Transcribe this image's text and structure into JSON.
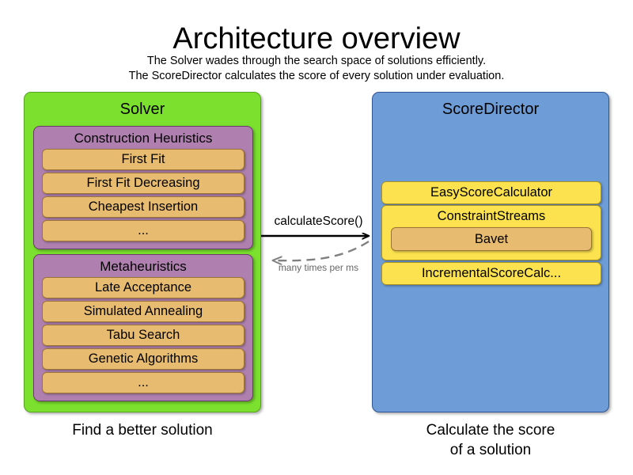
{
  "header": {
    "title": "Architecture overview",
    "subtitle_line1": "The Solver wades through the search space of solutions efficiently.",
    "subtitle_line2": "The ScoreDirector calculates the score of every solution under evaluation."
  },
  "solver": {
    "title": "Solver",
    "caption": "Find a better solution",
    "groups": [
      {
        "title": "Construction Heuristics",
        "items": [
          "First Fit",
          "First Fit Decreasing",
          "Cheapest Insertion",
          "..."
        ]
      },
      {
        "title": "Metaheuristics",
        "items": [
          "Late Acceptance",
          "Simulated Annealing",
          "Tabu Search",
          "Genetic Algorithms",
          "..."
        ]
      }
    ]
  },
  "score_director": {
    "title": "ScoreDirector",
    "caption_line1": "Calculate the score",
    "caption_line2": "of a solution",
    "items": {
      "easy_score_calculator": "EasyScoreCalculator",
      "constraint_streams": "ConstraintStreams",
      "bavet": "Bavet",
      "incremental_score_calculator": "IncrementalScoreCalc..."
    }
  },
  "arrows": {
    "forward_label": "calculateScore()",
    "return_label": "many times per ms"
  },
  "colors": {
    "solver_green": "#7BE12E",
    "group_purple": "#AF80AF",
    "item_orange": "#E8BC70",
    "scoredirector_blue": "#6D9CD6",
    "item_yellow": "#FBE24E",
    "arrow_solid": "#000000",
    "arrow_dashed": "#808080",
    "background": "#FFFFFF"
  }
}
